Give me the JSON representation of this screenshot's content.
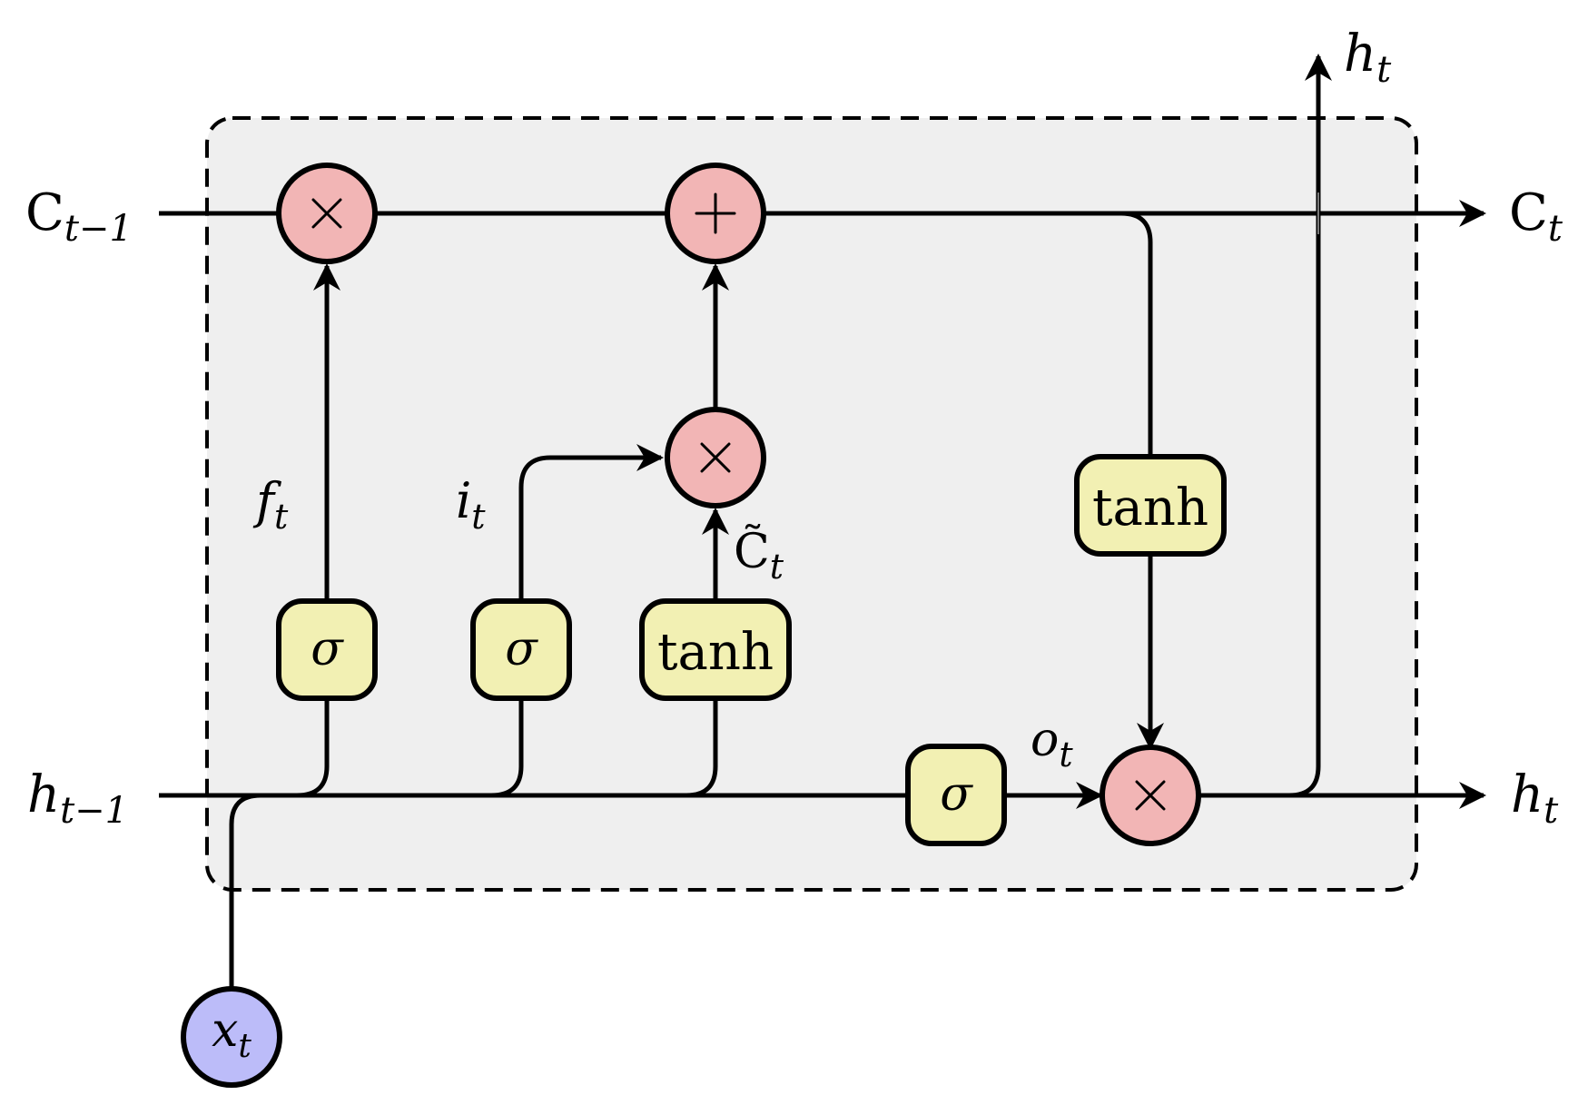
{
  "diagram": {
    "labels": {
      "c_prev": {
        "base": "C",
        "sub": "t−1"
      },
      "c_next": {
        "base": "C",
        "sub": "t"
      },
      "h_prev": {
        "base": "h",
        "sub": "t−1"
      },
      "h_next": {
        "base": "h",
        "sub": "t"
      },
      "h_out": {
        "base": "h",
        "sub": "t"
      },
      "f_t": {
        "base": "f",
        "sub": "t"
      },
      "i_t": {
        "base": "i",
        "sub": "t"
      },
      "c_tilde": {
        "base": "C̃",
        "sub": "t"
      },
      "o_t": {
        "base": "o",
        "sub": "t"
      },
      "x_t": {
        "base": "x",
        "sub": "t"
      }
    },
    "gates": {
      "forget": "σ",
      "input": "σ",
      "candidate": "tanh",
      "output": "σ",
      "cell_tanh": "tanh"
    },
    "ops": {
      "forget_mult": "multiply",
      "cell_add": "add",
      "input_mult": "multiply",
      "output_mult": "multiply"
    },
    "colors": {
      "cell_background": "#efefef",
      "pointwise_op": "#f2b5b5",
      "gate": "#f2f0b3",
      "input_node": "#bcbcf9",
      "line": "#000000"
    }
  }
}
